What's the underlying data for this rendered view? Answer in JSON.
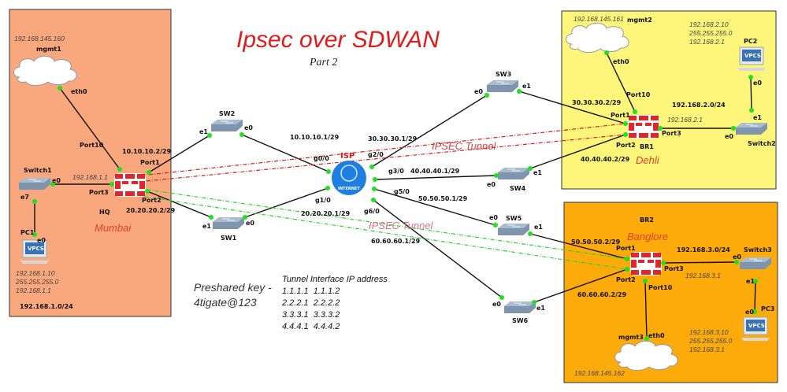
{
  "title": "Ipsec over SDWAN",
  "subtitle": "Part 2",
  "colors": {
    "mumbai_bg": "#f9a77c",
    "dehli_bg": "#fdf67b",
    "banglore_bg": "#fcab0b",
    "tunnel_red": "#d81e1e",
    "tunnel_green": "#2fd12f",
    "title": "#e01b1b"
  },
  "hq": {
    "site": "Mumbai",
    "name": "HQ",
    "mgmt_ip": "192.168.145.160",
    "mgmt": "mgmt1",
    "eth0": "eth0",
    "port10": "Port10",
    "port1": "Port1",
    "port2": "Port2",
    "port3": "Port3",
    "port1_ip": "10.10.10.2/29",
    "port2_ip": "20.20.20.2/29",
    "lan_gw": "192.168.1.1",
    "switch": "Switch1",
    "sw_e0": "e0",
    "sw_e7": "e7",
    "pc": "PC1",
    "pc_e0": "e0",
    "pc_badge": "VPCS",
    "pc_ip": "192.168.1.10",
    "pc_mask": "255.255.255.0",
    "pc_gw": "192.168.1.1",
    "lan": "192.168.1.0/24"
  },
  "br1": {
    "site": "Dehli",
    "name": "BR1",
    "mgmt_ip": "192.168.145.161",
    "mgmt": "mgmt2",
    "eth0": "eth0",
    "port10": "Port10",
    "port1": "Port1",
    "port2": "Port2",
    "port3": "Port3",
    "port1_ip": "30.30.30.2/29",
    "port2_ip": "40.40.40.2/29",
    "lan": "192.168.2.0/24",
    "lan_gw": "192.168.2.1",
    "switch": "Switch2",
    "sw_e0": "e0",
    "sw_e1": "e1",
    "pc": "PC2",
    "pc_e0": "e0",
    "pc_badge": "VPCS",
    "pc_ip": "192.168.2.10",
    "pc_mask": "255.255.255.0",
    "pc_gw": "192.168.2.1"
  },
  "br2": {
    "site": "Banglore",
    "name": "BR2",
    "mgmt_ip": "192.168.145.162",
    "mgmt": "mgmt3",
    "eth0": "eth0",
    "port10": "Port10",
    "port1": "Port1",
    "port2": "Port2",
    "port3": "Port3",
    "port1_ip": "50.50.50.2/29",
    "port2_ip": "60.60.60.2/29",
    "lan": "192.168.3.0/24",
    "lan_gw": "192.168.3.1",
    "switch": "Switch3",
    "sw_e0": "e0",
    "sw_e1": "e1",
    "pc": "PC3",
    "pc_e0": "e0",
    "pc_badge": "VPCS",
    "pc_ip": "192.168.3.10",
    "pc_mask": "255.255.255.0",
    "pc_gw": "192.168.3.1"
  },
  "isp": {
    "name": "ISP",
    "badge": "INTERNET",
    "g0": "g0/0",
    "g1": "g1/0",
    "g2": "g2/0",
    "g3": "g3/0",
    "g5": "g5/0",
    "g6": "g6/0",
    "g0_ip": "10.10.10.1/29",
    "g1_ip": "20.20.20.1/29",
    "g2_ip": "30.30.30.1/29",
    "g3_ip": "40.40.40.1/29",
    "g5_ip": "50.50.50.1/29",
    "g6_ip": "60.60.60.1/29"
  },
  "switches": {
    "sw1": {
      "name": "SW1",
      "e0": "e0",
      "e1": "e1"
    },
    "sw2": {
      "name": "SW2",
      "e0": "e0",
      "e1": "e1"
    },
    "sw3": {
      "name": "SW3",
      "e0": "e0",
      "e1": "e1"
    },
    "sw4": {
      "name": "SW4",
      "e0": "e0",
      "e1": "e1"
    },
    "sw5": {
      "name": "SW5",
      "e0": "e0",
      "e1": "e1"
    },
    "sw6": {
      "name": "SW6",
      "e0": "e0",
      "e1": "e1"
    }
  },
  "tunnels": {
    "red_label": "IPSEC Tunnel",
    "green_label": "IPSEC Tunnel"
  },
  "notes": {
    "psk_line1": "Preshared key -",
    "psk_line2": "4tigate@123",
    "tunnel_title": "Tunnel Interface IP address",
    "tunnel_rows": [
      "1.1.1.1  1.1.1.2",
      "2.2.2.1  2.2.2.2",
      "3.3.3.1  3.3.3.2",
      "4.4.4.1  4.4.4.2"
    ]
  }
}
